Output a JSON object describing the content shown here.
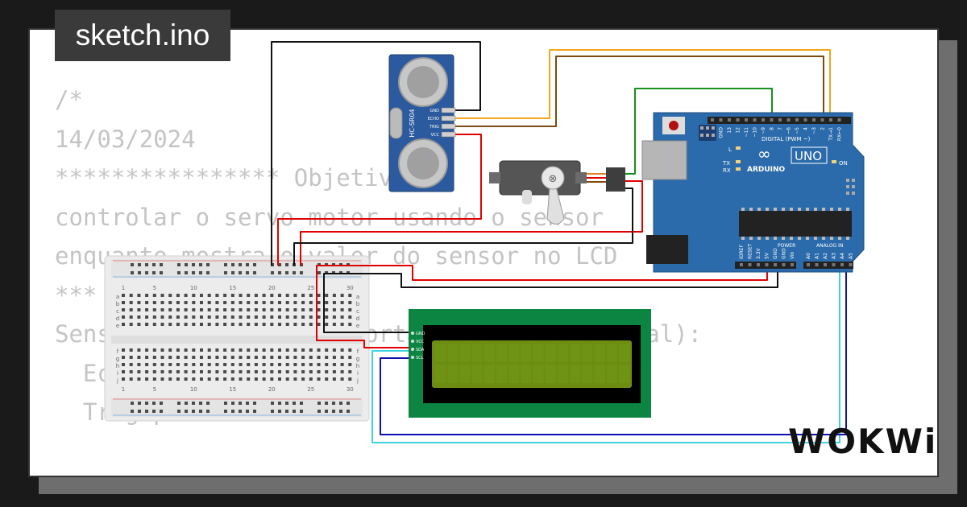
{
  "tab": {
    "title": "sketch.ino"
  },
  "code_lines": [
    "/*",
    "14/03/2024",
    "**************** Objetivo:",
    "controlar o servo motor usando o sensor",
    "enquanto mostra o valor do sensor no LCD",
    "",
    "*** Sensor ***",
    "Sensor ultrassonico (porta PWM ou qq digital):",
    "  Echo porta 2",
    "  Trig porta 3"
  ],
  "brand": {
    "label": "WOKWi"
  },
  "sensor": {
    "model": "HC-SR04",
    "pins": [
      "GND",
      "ECHO",
      "TRIG",
      "VCC"
    ]
  },
  "arduino": {
    "logo_text": "ARDUINO",
    "model": "UNO",
    "digital_header": "DIGITAL (PWM ~)",
    "power_header": "POWER",
    "analog_header": "ANALOG IN",
    "on_label": "ON",
    "l_label": "L",
    "tx_label": "TX",
    "rx_label": "RX",
    "digital_pins": [
      "AREF",
      "GND",
      "13",
      "12",
      "~11",
      "~10",
      "~9",
      "8",
      "7",
      "~6",
      "~5",
      "4",
      "~3",
      "2",
      "TX→1",
      "RX←0"
    ],
    "power_pins": [
      "IOREF",
      "RESET",
      "3.3V",
      "5V",
      "GND",
      "GND",
      "Vin"
    ],
    "analog_pins": [
      "A0",
      "A1",
      "A2",
      "A3",
      "A4",
      "A5"
    ]
  },
  "breadboard": {
    "column_numbers": [
      "1",
      "5",
      "10",
      "15",
      "20",
      "25",
      "30"
    ],
    "row_letters_top": [
      "a",
      "b",
      "c",
      "d",
      "e"
    ],
    "row_letters_bottom": [
      "f",
      "g",
      "h",
      "i",
      "j"
    ]
  },
  "lcd": {
    "pins": [
      "GND",
      "VCC",
      "SDA",
      "SCL"
    ]
  },
  "colors": {
    "background": "#1a1a1a",
    "code_text": "#c4c4c4",
    "arduino_blue": "#2c6bab",
    "lcd_green": "#0b8541",
    "wire_red": "#e00000",
    "wire_orange": "#f2a71b",
    "wire_brown": "#7a4a10",
    "wire_green": "#16901c",
    "wire_cyan": "#3fd3e0",
    "wire_blue": "#1010b0"
  }
}
